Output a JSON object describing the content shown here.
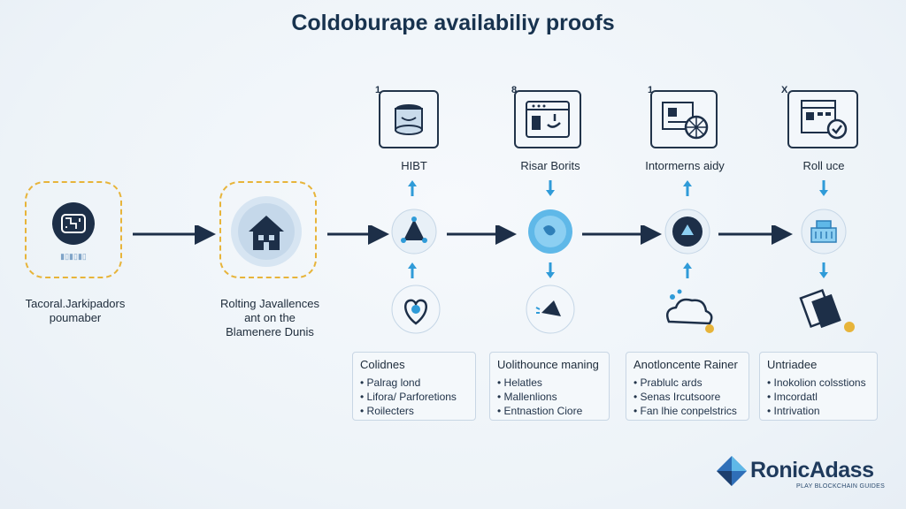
{
  "title": "Coldoburape availabiliy proofs",
  "left_nodes": [
    {
      "label_lines": [
        "Tacoral.Jarkipadors",
        "poumaber"
      ],
      "icon": "brain-chip-icon"
    },
    {
      "label_lines": [
        "Rolting Javallences",
        "ant on the",
        "Blamenere Dunis"
      ],
      "icon": "house-icon"
    }
  ],
  "columns": [
    {
      "step": "1",
      "label": "HIBT",
      "top_icon": "database-icon",
      "up_arrow": "up",
      "hub_icon": "triangle-nodes-icon",
      "lower_arrow": "up",
      "bottom_icon": "heart-shield-icon",
      "card": {
        "title": "Colidnes",
        "bullets": [
          "Palrag lond",
          "Lifora/ Parforetions",
          "Roilecters"
        ]
      }
    },
    {
      "step": "8",
      "label": "Risar Borits",
      "top_icon": "control-panel-icon",
      "up_arrow": "down",
      "hub_icon": "globe-orb-icon",
      "lower_arrow": "down",
      "bottom_icon": "megaphone-icon",
      "card": {
        "title": "Uolithounce maning",
        "bullets": [
          "Helatles",
          "Mallenlions",
          "Entnastion Ciore"
        ]
      }
    },
    {
      "step": "1",
      "label": "Intormerns aidy",
      "top_icon": "monitor-wheel-icon",
      "up_arrow": "up",
      "hub_icon": "cube-badge-icon",
      "lower_arrow": "up",
      "bottom_icon": "cloud-network-icon",
      "card": {
        "title": "Anotloncente Rainer",
        "bullets": [
          "Prablulc ards",
          "Senas Ircutsoore",
          "Fan lhie conpelstrics"
        ]
      }
    },
    {
      "step": "X",
      "label": "Roll uce",
      "top_icon": "dashboard-check-icon",
      "up_arrow": "down",
      "hub_icon": "building-blocks-icon",
      "lower_arrow": "down",
      "bottom_icon": "document-stack-icon",
      "card": {
        "title": "Untriadee",
        "bullets": [
          "Inokolion colsstions",
          "Imcordatl",
          "Intrivation"
        ]
      }
    }
  ],
  "brand": {
    "name": "RonicAdass",
    "tagline": "PLAY BLOCKCHAIN GUIDES"
  },
  "colors": {
    "navy": "#1d2f48",
    "accent_blue": "#2f9bd8",
    "dashed_gold": "#e7b43a"
  }
}
